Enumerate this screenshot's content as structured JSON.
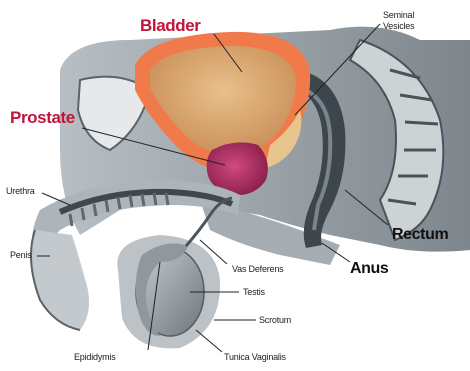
{
  "labels": {
    "bladder": "Bladder",
    "prostate": "Prostate",
    "seminal_vesicles_line1": "Seminal",
    "seminal_vesicles_line2": "Vesicles",
    "urethra": "Urethra",
    "penis": "Penis",
    "vas_deferens": "Vas Deferens",
    "testis": "Testis",
    "scrotum": "Scrotum",
    "epididymis": "Epididymis",
    "tunica_vaginalis": "Tunica Vaginalis",
    "rectum": "Rectum",
    "anus": "Anus"
  },
  "colors": {
    "highlight_label": "#c0143c",
    "bladder_wall": "#f07a4a",
    "bladder_lumen": "#d9a56a",
    "prostate": "#b02a62",
    "tissue": "#9aa3aa",
    "tissue_dark": "#4c555c"
  }
}
